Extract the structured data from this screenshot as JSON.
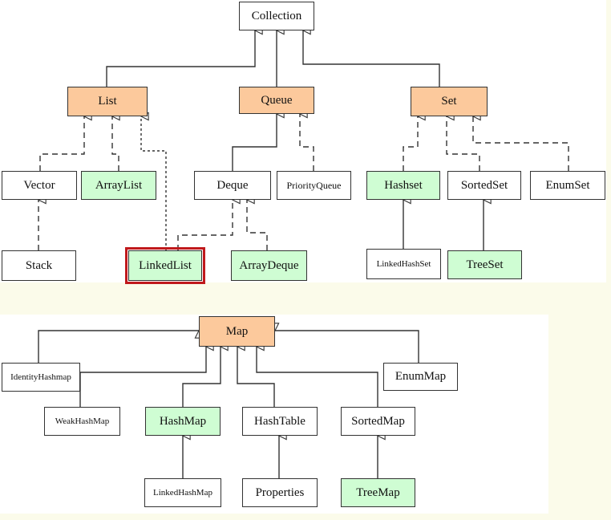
{
  "colors": {
    "interface_fill": "#fcc99c",
    "implementation_fill": "#cffdd3",
    "plain_fill": "#ffffff",
    "highlight_border": "#c0191c",
    "background": "#fbfbea"
  },
  "collection_tree": {
    "collection": "Collection",
    "list": "List",
    "queue": "Queue",
    "set": "Set",
    "vector": "Vector",
    "arraylist": "ArrayList",
    "deque": "Deque",
    "priorityqueue": "PriorityQueue",
    "hashset": "Hashset",
    "sortedset": "SortedSet",
    "enumset": "EnumSet",
    "stack": "Stack",
    "linkedlist": "LinkedList",
    "arraydeque": "ArrayDeque",
    "linkedhashset": "LinkedHashSet",
    "treeset": "TreeSet"
  },
  "map_tree": {
    "map": "Map",
    "identityhashmap": "IdentityHashmap",
    "enummap": "EnumMap",
    "weakhashmap": "WeakHashMap",
    "hashmap": "HashMap",
    "hashtable": "HashTable",
    "sortedmap": "SortedMap",
    "linkedhashmap": "LinkedHashMap",
    "properties": "Properties",
    "treemap": "TreeMap"
  }
}
